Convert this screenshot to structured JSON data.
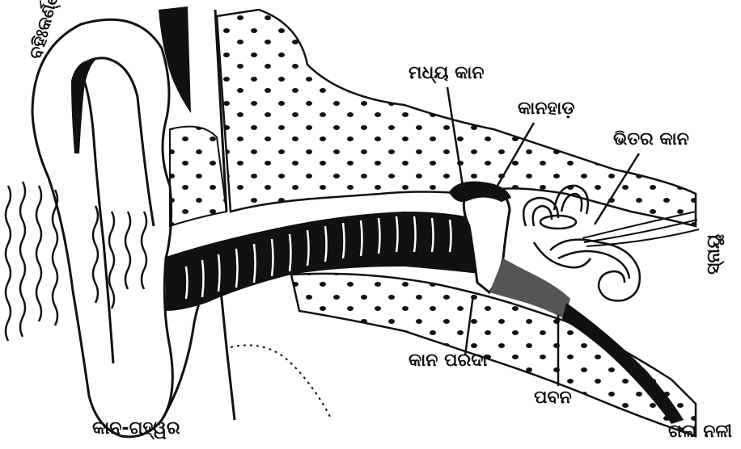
{
  "labels": {
    "pinna": "କାନ-ଗହ୍ୱର",
    "outer_edge": "ବହିଃକର୍ଣ୍ଣ",
    "middle_ear": "ମଧ୍ୟ କାନ",
    "ossicles": "କାନହାଡ଼",
    "inner_ear": "ଭିତର କାନ",
    "ear_canal": "କାନ ପରଦା",
    "eardrum": "ପବନ",
    "nerve": "ସ୍ନାୟୁ",
    "throat_tube": "ଗଳା ନଳୀ"
  }
}
